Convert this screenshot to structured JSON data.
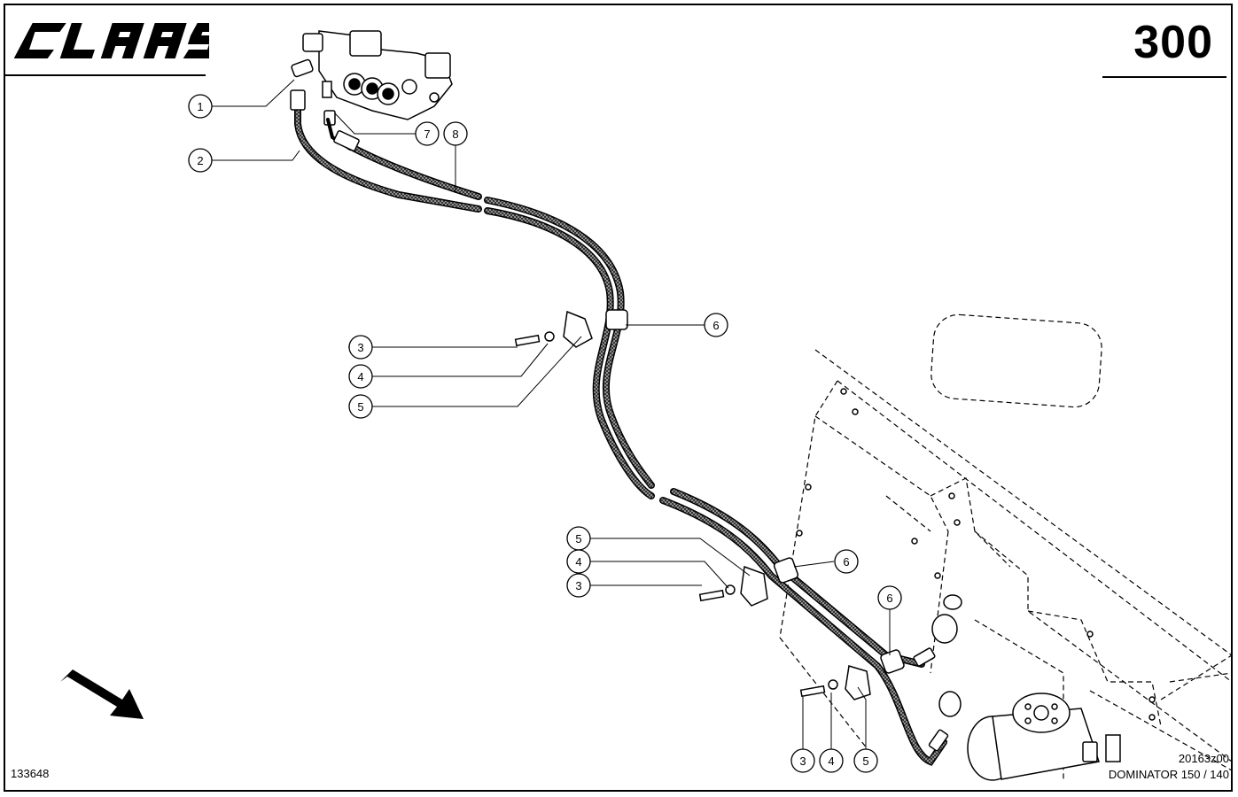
{
  "header": {
    "logo_text": "CLAAS",
    "page_number": "300"
  },
  "footer": {
    "image_number": "133648",
    "drawing_code": "20163z00",
    "model": "DOMINATOR 150 / 140"
  },
  "callouts": {
    "c1": "1",
    "c2": "2",
    "c7": "7",
    "c8": "8",
    "c3a": "3",
    "c4a": "4",
    "c5a": "5",
    "c6a": "6",
    "c5b": "5",
    "c4b": "4",
    "c3b": "3",
    "c6b": "6",
    "c6c": "6",
    "c3c": "3",
    "c4c": "4",
    "c5c": "5"
  },
  "colors": {
    "ink": "#000000",
    "paper": "#ffffff"
  }
}
